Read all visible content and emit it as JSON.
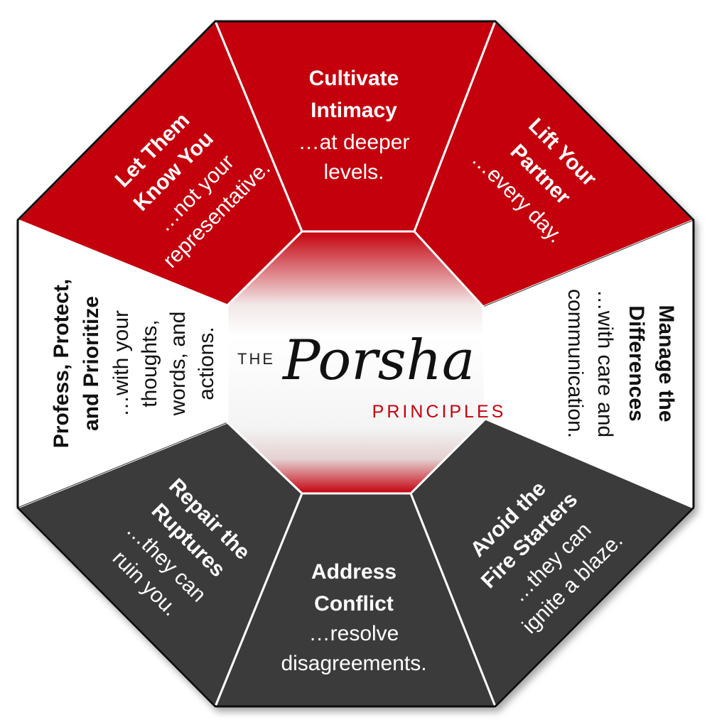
{
  "center": {
    "the": "THE",
    "script": "Porsha",
    "principles": "PRINCIPLES"
  },
  "segments": [
    {
      "id": "top",
      "title": [
        "Cultivate",
        "Intimacy"
      ],
      "sub": [
        "…at deeper",
        "levels."
      ]
    },
    {
      "id": "top-right",
      "title": [
        "Lift Your",
        "Partner"
      ],
      "sub": [
        "…every day."
      ]
    },
    {
      "id": "right",
      "title": [
        "Manage the",
        "Differences"
      ],
      "sub": [
        "…with care and",
        "communication."
      ]
    },
    {
      "id": "bottom-right",
      "title": [
        "Avoid the",
        "Fire Starters"
      ],
      "sub": [
        "…they can",
        "ignite a blaze."
      ]
    },
    {
      "id": "bottom",
      "title": [
        "Address",
        "Conflict"
      ],
      "sub": [
        "…resolve",
        "disagreements."
      ]
    },
    {
      "id": "bottom-left",
      "title": [
        "Repair the",
        "Ruptures"
      ],
      "sub": [
        "…they can",
        "ruin you."
      ]
    },
    {
      "id": "left",
      "title": [
        "Profess, Protect,",
        "and Prioritize"
      ],
      "sub": [
        "…with your",
        "thoughts,",
        "words, and",
        "actions."
      ]
    },
    {
      "id": "top-left",
      "title": [
        "Let Them",
        "Know You"
      ],
      "sub": [
        "…not your",
        "representative."
      ]
    }
  ],
  "colors": {
    "red": "#c4000c",
    "dark": "#3a3a3a",
    "white": "#ffffff"
  }
}
